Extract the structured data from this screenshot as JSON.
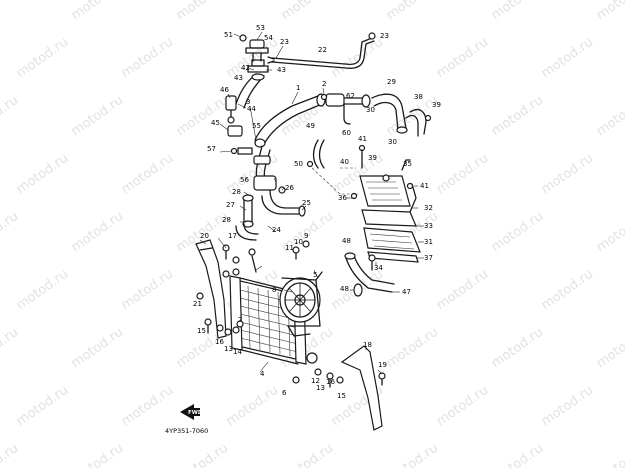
{
  "watermark": {
    "text": "motod.ru"
  },
  "diagram": {
    "code": "4YP351-7060",
    "fwd_label": "FWD",
    "labels": {
      "l51": "51",
      "l53": "53",
      "l54": "54",
      "l23a": "23",
      "l22": "22",
      "l23b": "23",
      "l42": "42",
      "l43a": "43",
      "l43b": "43",
      "l46": "46",
      "l44": "44",
      "l45": "45",
      "l1": "1",
      "l2": "2",
      "l62": "62",
      "l29": "29",
      "l38": "38",
      "l39a": "39",
      "l30a": "30",
      "l30b": "30",
      "l3": "3",
      "l55": "55",
      "l60": "60",
      "l49": "49",
      "l41a": "41",
      "l57": "57",
      "l56": "56",
      "l50": "50",
      "l40": "40",
      "l39b": "39",
      "l35": "35",
      "l41b": "41",
      "l28a": "28",
      "l26": "26",
      "l36": "36",
      "l27": "27",
      "l32": "32",
      "l25": "25",
      "l24": "24",
      "l28b": "28",
      "l33": "33",
      "l20": "20",
      "l17": "17",
      "l11": "11",
      "l10": "10",
      "l9": "9",
      "l48a": "48",
      "l31": "31",
      "l34": "34",
      "l37": "37",
      "l5": "5",
      "l47": "47",
      "l8": "8",
      "l48b": "48",
      "l21": "21",
      "l7": "7",
      "l15a": "15",
      "l16a": "16",
      "l13a": "13",
      "l14": "14",
      "l18": "18",
      "l19": "19",
      "l4": "4",
      "l12": "12",
      "l6": "6",
      "l13b": "13",
      "l16b": "16",
      "l15b": "15"
    }
  }
}
